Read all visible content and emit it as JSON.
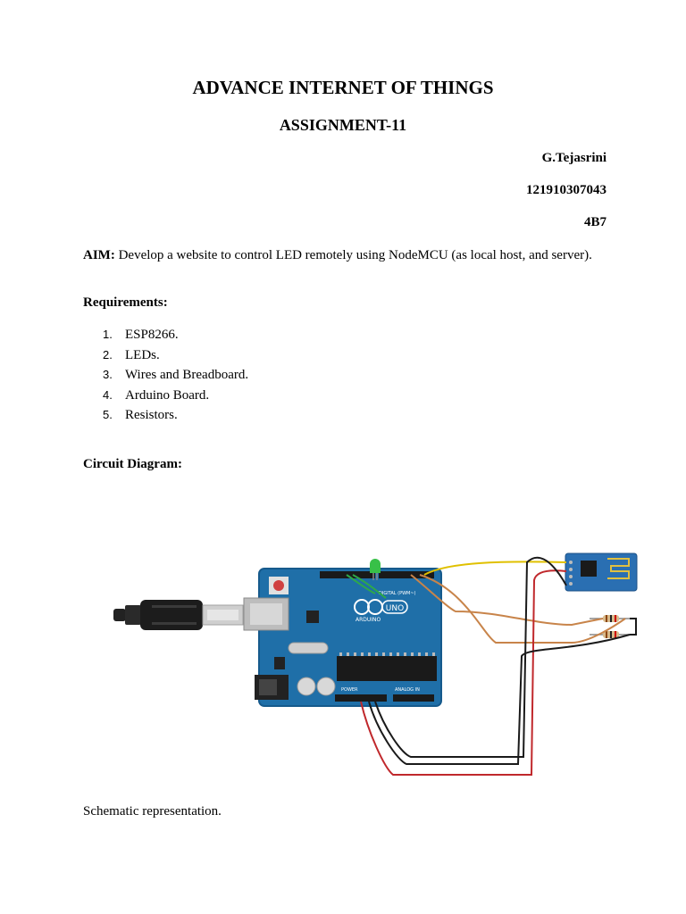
{
  "document": {
    "title": "ADVANCE INTERNET OF THINGS",
    "subtitle": "ASSIGNMENT-11",
    "author": "G.Tejasrini",
    "roll_number": "121910307043",
    "section": "4B7",
    "aim_label": "AIM:",
    "aim_text": " Develop a website to control LED remotely using NodeMCU (as local host, and server).",
    "requirements_heading": "Requirements:",
    "requirements": [
      {
        "num": "1.",
        "text": "ESP8266."
      },
      {
        "num": "2.",
        "text": "LEDs."
      },
      {
        "num": "3.",
        "text": "Wires and Breadboard."
      },
      {
        "num": "4.",
        "text": "Arduino Board."
      },
      {
        "num": "5.",
        "text": "Resistors."
      }
    ],
    "circuit_heading": "Circuit Diagram:",
    "schematic_caption": "Schematic representation."
  },
  "diagram": {
    "board_brand": "ARDUINO",
    "board_model": "UNO",
    "digital_label": "DIGITAL (PWM~)",
    "power_label": "POWER",
    "analog_label": "ANALOG IN",
    "colors": {
      "board": "#1f6fa8",
      "board_edge": "#165a8c",
      "wire_yellow": "#e0c000",
      "wire_red": "#c0282c",
      "wire_black": "#1a1a1a",
      "wire_orange": "#c8844a",
      "wire_green": "#2ea84a",
      "esp_board": "#2a6fb2",
      "led_green": "#38c048"
    }
  }
}
